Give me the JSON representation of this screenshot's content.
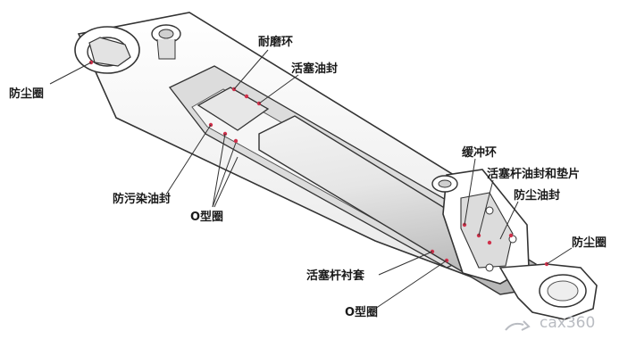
{
  "labels": {
    "wear_ring": "耐磨环",
    "piston_seal": "活塞油封",
    "dust_seal_left": "防尘圈",
    "anti_contam_seal": "防污染油封",
    "o_ring_top": "O型圈",
    "cushion_ring": "缓冲环",
    "rod_seal_gasket": "活塞杆油封和垫片",
    "dust_oil_seal": "防尘油封",
    "dust_seal_right": "防尘圈",
    "rod_bushing": "活塞杆衬套",
    "o_ring_bottom": "O型圈"
  },
  "watermark": "cax360",
  "colors": {
    "outline": "#333333",
    "body": "#ffffff",
    "section": "#d9d9d9",
    "rod_light": "#eeeeee",
    "rod_dark": "#bdbdbd",
    "seal_mark": "#d0314b",
    "leader": "#333333"
  }
}
